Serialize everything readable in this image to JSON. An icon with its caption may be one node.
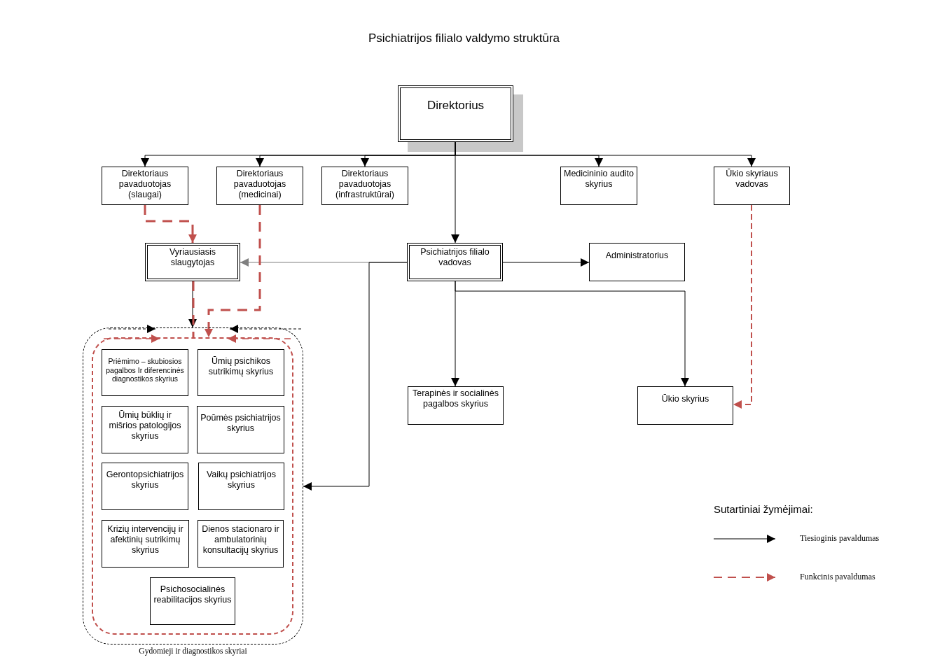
{
  "diagram": {
    "title": "Psichiatrijos filialo valdymo struktūra",
    "nodes": [
      {
        "text": [
          "Direktorius"
        ]
      },
      {
        "text": [
          "Direktoriaus pavaduotojas (slaugai)"
        ]
      },
      {
        "text": [
          "Direktoriaus pavaduotojas (medicinai)"
        ]
      },
      {
        "text": [
          "Direktoriaus pavaduotojas (infrastruktūrai)"
        ]
      },
      {
        "text": [
          "Medicininio audito skyrius"
        ]
      },
      {
        "text": [
          "Ūkio skyriaus vadovas"
        ]
      },
      {
        "text": [
          "Vyriausiasis slaugytojas"
        ]
      },
      {
        "text": [
          "Psichiatrijos filialo vadovas"
        ]
      },
      {
        "text": [
          "Administratorius"
        ]
      },
      {
        "text": [
          "Gydomieji ir diagnostikos skyriai"
        ]
      },
      {
        "text": [],
        "shape": "box",
        "in": 9
      },
      {
        "text": [
          "Priėmimo – skubiosios pagalbos Ir diferencinės diagnostikos skyrius"
        ],
        "in": 10
      },
      {
        "text": [
          "Ūmių psichikos sutrikimų skyrius"
        ],
        "in": 10
      },
      {
        "text": [
          "Ūmių būklių ir mišrios patologijos skyrius"
        ],
        "in": 10
      },
      {
        "text": [
          "Poūmės psichiatrijos skyrius"
        ],
        "in": 10
      },
      {
        "text": [
          "Gerontopsichiatrijos skyrius"
        ],
        "in": 10
      },
      {
        "text": [
          "Vaikų psichiatrijos skyrius"
        ],
        "in": 10
      },
      {
        "text": [
          "Krizių intervencijų ir afektinių sutrikimų skyrius"
        ],
        "in": 10
      },
      {
        "text": [
          "Dienos stacionaro ir ambulatorinių konsultacijų skyrius"
        ],
        "in": 10
      },
      {
        "text": [
          "Psichosocialinės reabilitacijos skyrius"
        ],
        "in": 10
      },
      {
        "text": [
          "Terapinės ir socialinės pagalbos skyrius"
        ]
      },
      {
        "text": [
          "Ūkio skyrius"
        ]
      }
    ],
    "edges": [
      {
        "from": 0,
        "to": 1,
        "arrow": "to"
      },
      {
        "from": 0,
        "to": 2,
        "arrow": "to"
      },
      {
        "from": 0,
        "to": 3,
        "arrow": "to"
      },
      {
        "from": 0,
        "to": 4,
        "arrow": "to"
      },
      {
        "from": 0,
        "to": 5,
        "arrow": "to"
      },
      {
        "from": 0,
        "to": 7,
        "arrow": "to"
      },
      {
        "from": 1,
        "to": 6,
        "arrow": "to",
        "style": "dashed",
        "color": "#c0504d"
      },
      {
        "from": 2,
        "to": 10,
        "arrow": "to",
        "style": "dashed",
        "color": "#c0504d"
      },
      {
        "from": 6,
        "to": 10,
        "arrow": "none",
        "style": "dashed",
        "color": "#c0504d"
      },
      {
        "from": 6,
        "to": 9,
        "arrow": "to"
      },
      {
        "from": 7,
        "to": 6,
        "arrow": "to",
        "color": "#808080"
      },
      {
        "from": 7,
        "to": 9,
        "arrow": "to"
      },
      {
        "from": 7,
        "to": 8,
        "arrow": "to"
      },
      {
        "from": 7,
        "to": 20,
        "arrow": "to"
      },
      {
        "from": 7,
        "to": 21,
        "arrow": "to"
      },
      {
        "from": 5,
        "to": 21,
        "arrow": "to",
        "style": "dashed",
        "color": "#c0504d"
      }
    ],
    "labels": [
      "Sutartiniai žymėjimai:"
    ],
    "legend": [
      {
        "text": "Tiesioginis pavaldumas"
      },
      {
        "text": "Funkcinis pavaldumas"
      }
    ]
  }
}
